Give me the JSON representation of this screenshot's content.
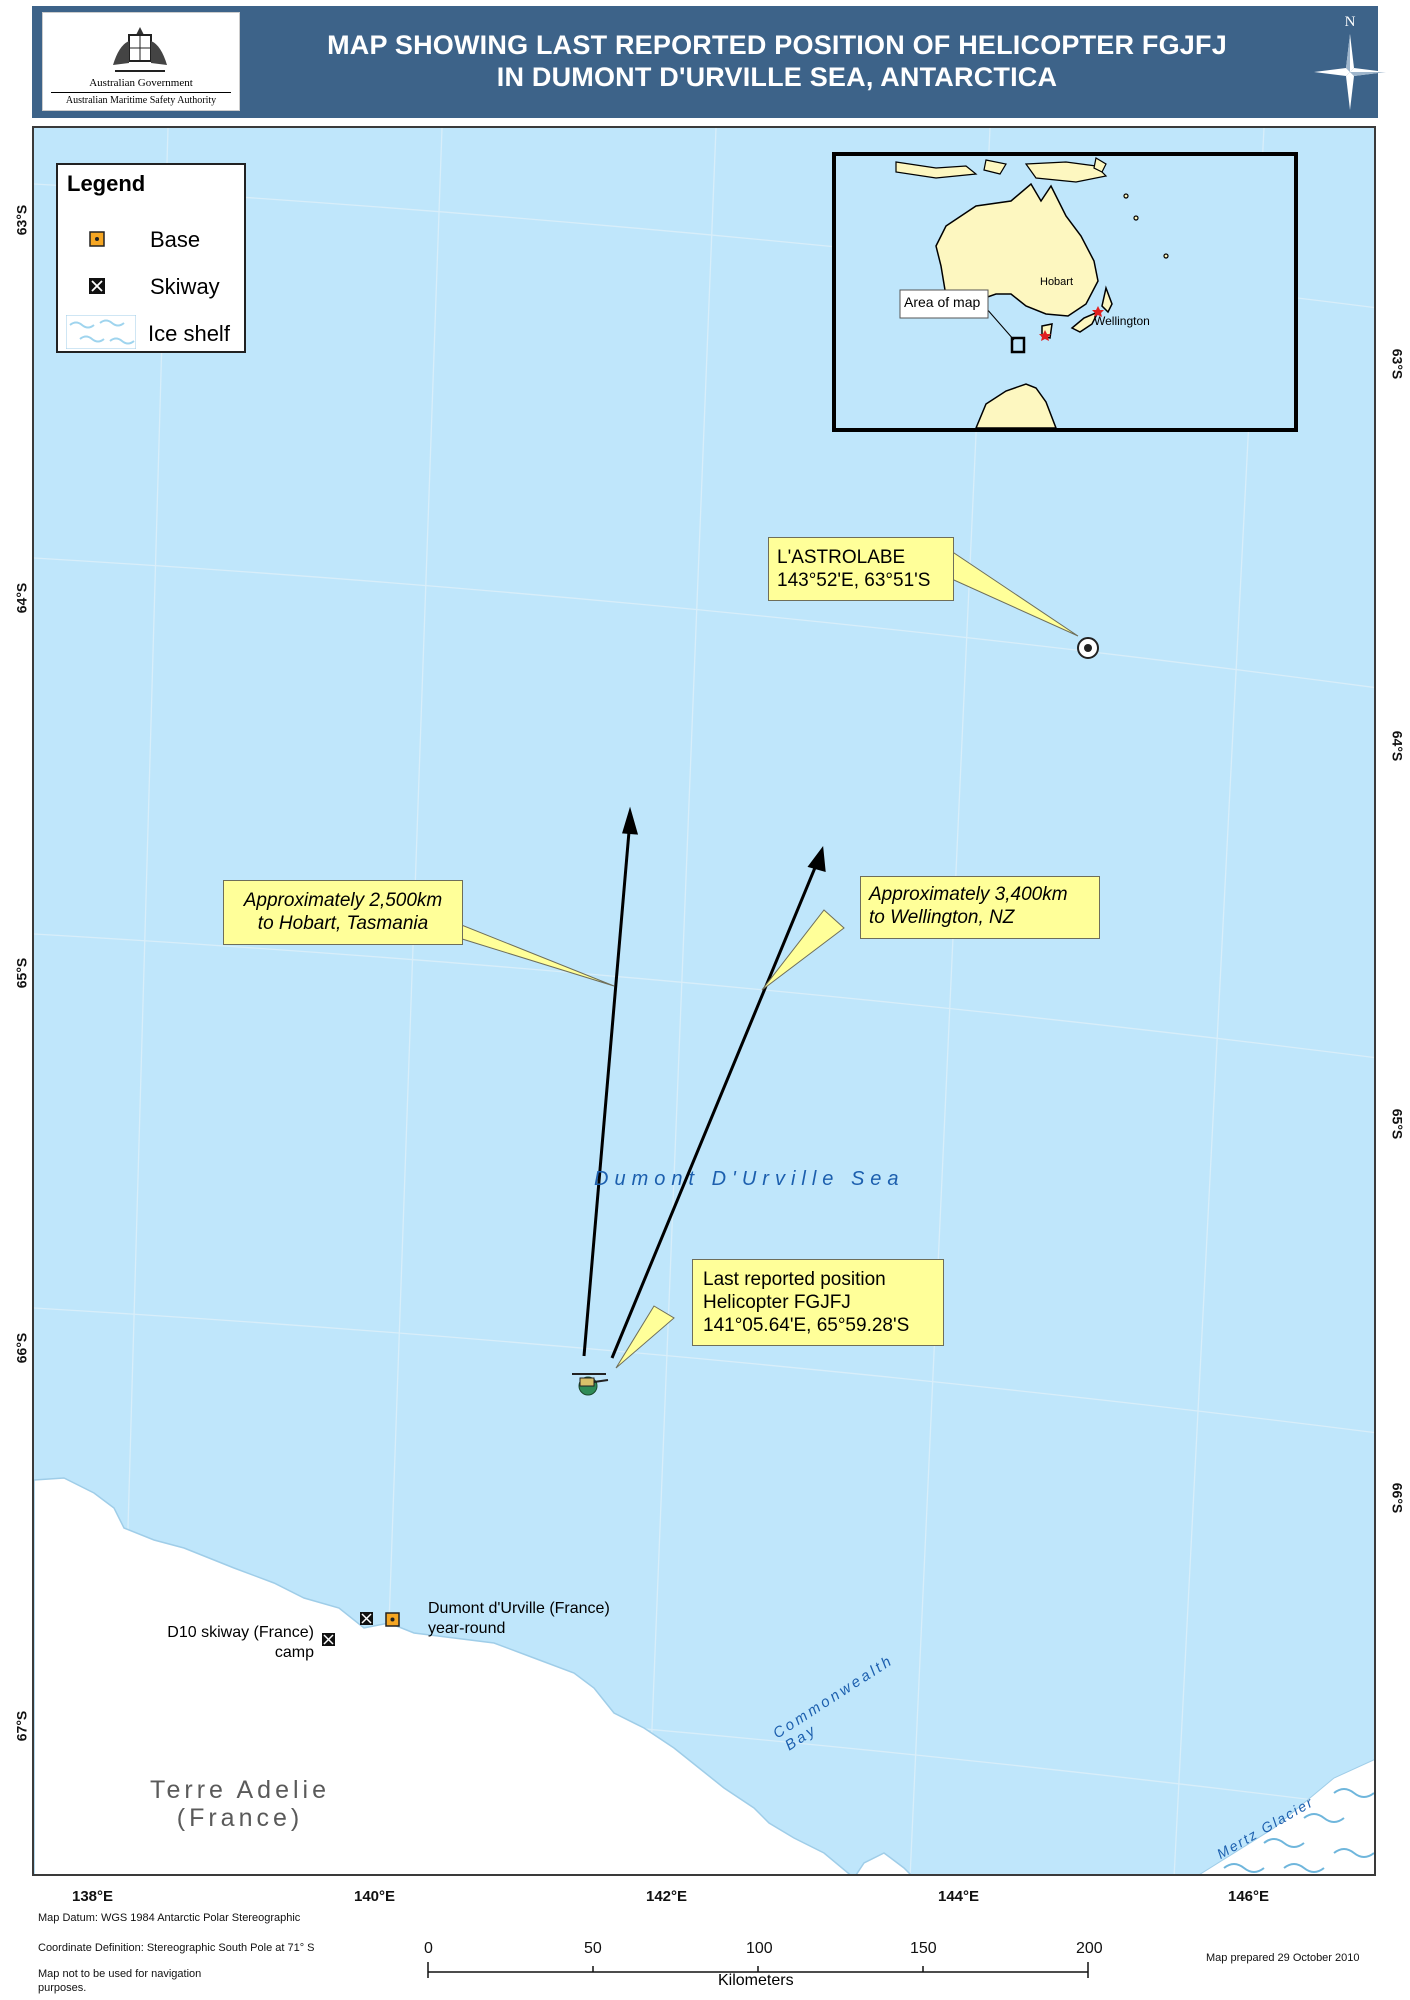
{
  "header": {
    "logo_line1": "Australian Government",
    "logo_line2": "Australian Maritime Safety Authority",
    "title_line1": "MAP SHOWING LAST REPORTED POSITION OF HELICOPTER FGJFJ",
    "title_line2": "IN DUMONT D'URVILLE SEA, ANTARCTICA",
    "north_label": "N",
    "north_icon": "compass-rose-icon",
    "colors": {
      "header_bg": "#3d6389"
    }
  },
  "legend": {
    "title": "Legend",
    "items": [
      {
        "label": "Base",
        "icon": "base-square-icon"
      },
      {
        "label": "Skiway",
        "icon": "skiway-icon"
      },
      {
        "label": "Ice shelf",
        "icon": "ice-shelf-pattern-icon"
      }
    ]
  },
  "inset": {
    "area_label": "Area of map",
    "hobart": "Hobart",
    "wellington": "Wellington"
  },
  "callouts": {
    "astrolabe_line1": "L'ASTROLABE",
    "astrolabe_line2": "143°52'E, 63°51'S",
    "hobart_line1": "Approximately 2,500km",
    "hobart_line2": "to Hobart, Tasmania",
    "wellington_line1": "Approximately 3,400km",
    "wellington_line2": "to Wellington, NZ",
    "position_line1": "Last reported position",
    "position_line2": "Helicopter FGJFJ",
    "position_line3": "141°05.64'E, 65°59.28'S"
  },
  "labels": {
    "sea": "Dumont D'Urville Sea",
    "bay": "Commonwealth",
    "bay2": "Bay",
    "glacier": "Mertz Glacier",
    "land_line1": "Terre Adelie",
    "land_line2": "(France)",
    "dumont_line1": "Dumont d'Urville (France)",
    "dumont_line2": "year-round",
    "d10_line1": "D10 skiway (France)",
    "d10_line2": "camp"
  },
  "grid": {
    "longitudes": [
      "138°E",
      "140°E",
      "142°E",
      "144°E",
      "146°E"
    ],
    "latitudes_left": [
      "63°S",
      "64°S",
      "65°S",
      "66°S",
      "67°S"
    ],
    "latitudes_right": [
      "63°S",
      "64°S",
      "65°S",
      "66°S"
    ]
  },
  "footer": {
    "datum": "Map Datum: WGS 1984 Antarctic Polar Stereographic",
    "coord": "Coordinate Definition: Stereographic South Pole at 71° S",
    "nav1": "Map not to be used for navigation",
    "nav2": "purposes.",
    "prepared": "Map prepared 29 October 2010",
    "scale_ticks": [
      "0",
      "50",
      "100",
      "150",
      "200"
    ],
    "scale_unit": "Kilometers"
  },
  "colors": {
    "sea": "#bfe6fb",
    "land": "#ffffff",
    "callout": "#ffff99",
    "sea_label": "#1c5fae",
    "australia": "#fdf7c0"
  }
}
